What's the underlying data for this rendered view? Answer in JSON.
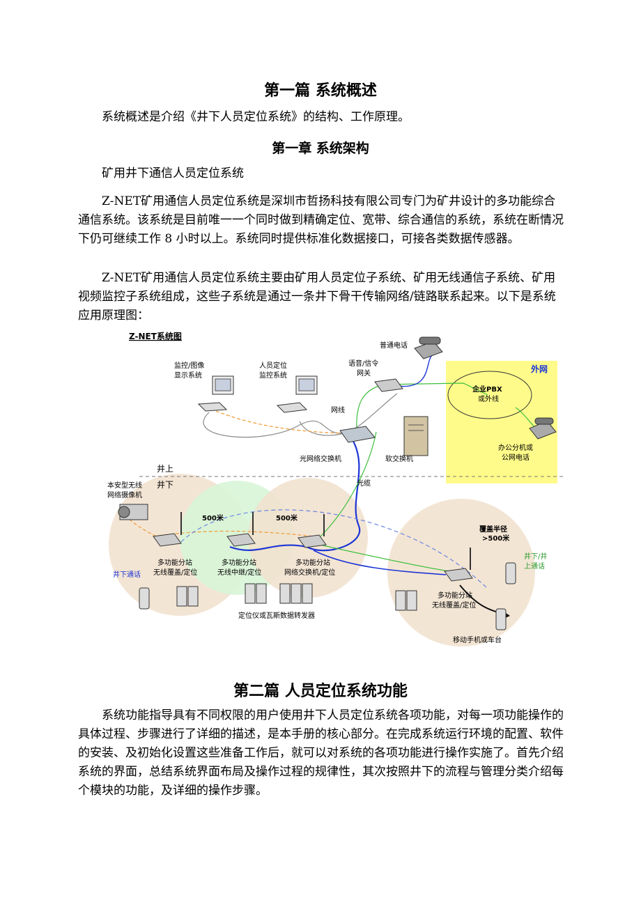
{
  "part1": {
    "title": "第一篇 系统概述",
    "intro": "系统概述是介绍《井下人员定位系统》的结构、工作原理。"
  },
  "chapter1": {
    "title": "第一章 系统架构",
    "subtitle": "矿用井下通信人员定位系统",
    "para1": "Z-NET矿用通信人员定位系统是深圳市哲扬科技有限公司专门为矿井设计的多功能综合通信系统。该系统是目前唯一一个同时做到精确定位、宽带、综合通信的系统，系统在断情况下仍可继续工作 8 小时以上。系统同时提供标准化数据接口，可接各类数据传感器。",
    "para2": "Z-NET矿用通信人员定位系统主要由矿用人员定位子系统、矿用无线通信子系统、矿用视频监控子系统组成，这些子系统是通过一条井下骨干传输网络/链路联系起来。以下是系统应用原理图："
  },
  "diagram": {
    "title": "Z-NET系统图",
    "labels": {
      "monitor_display": [
        "监控/图像",
        "显示系统"
      ],
      "personnel_monitor": [
        "人员定位",
        "监控系统"
      ],
      "phone": "普通电话",
      "voip_gateway": [
        "语音/信令",
        "网关"
      ],
      "external_net": "外网",
      "pbx": [
        "企业PBX",
        "或外线"
      ],
      "network_line": "网线",
      "office_phone": [
        "办公分机或",
        "公网电话"
      ],
      "optical_switch": "光网络交换机",
      "soft_switch": "软交换机",
      "above_ground": "井上",
      "underground": "井下",
      "camera": [
        "本安型无线",
        "网络摄像机"
      ],
      "fiber": "光缆",
      "range_1": "500米",
      "range_2": "500米",
      "coverage": [
        "覆盖半径",
        ">500米"
      ],
      "station_1": [
        "多功能分站",
        "无线覆盖/定位"
      ],
      "station_2": [
        "多功能分站",
        "无线中继/定位"
      ],
      "station_3": [
        "多功能分站",
        "网络交换机/定位"
      ],
      "station_4": [
        "多功能分站",
        "无线覆盖/定位"
      ],
      "underground_call": "井下通话",
      "up_down_call": [
        "井下/井",
        "上通话"
      ],
      "locators": "定位仪或瓦斯数据转发器",
      "mobile": "移动手机或车台"
    },
    "colors": {
      "external_bg": "#fffb8a",
      "coverage_circle": "#f1e0cc",
      "green_circle": "#d8f5d8",
      "fiber_line": "#1d35d6",
      "green_line": "#3cbf3c",
      "orange_line": "#f0a040"
    }
  },
  "part2": {
    "title": "第二篇 人员定位系统功能",
    "para": "系统功能指导具有不同权限的用户使用井下人员定位系统各项功能，对每一项功能操作的具体过程、步骤进行了详细的描述，是本手册的核心部分。在完成系统运行环境的配置、软件的安装、及初始化设置这些准备工作后，就可以对系统的各项功能进行操作实施了。首先介绍系统的界面，总结系统界面布局及操作过程的规律性，其次按照井下的流程与管理分类介绍每个模块的功能，及详细的操作步骤。"
  }
}
